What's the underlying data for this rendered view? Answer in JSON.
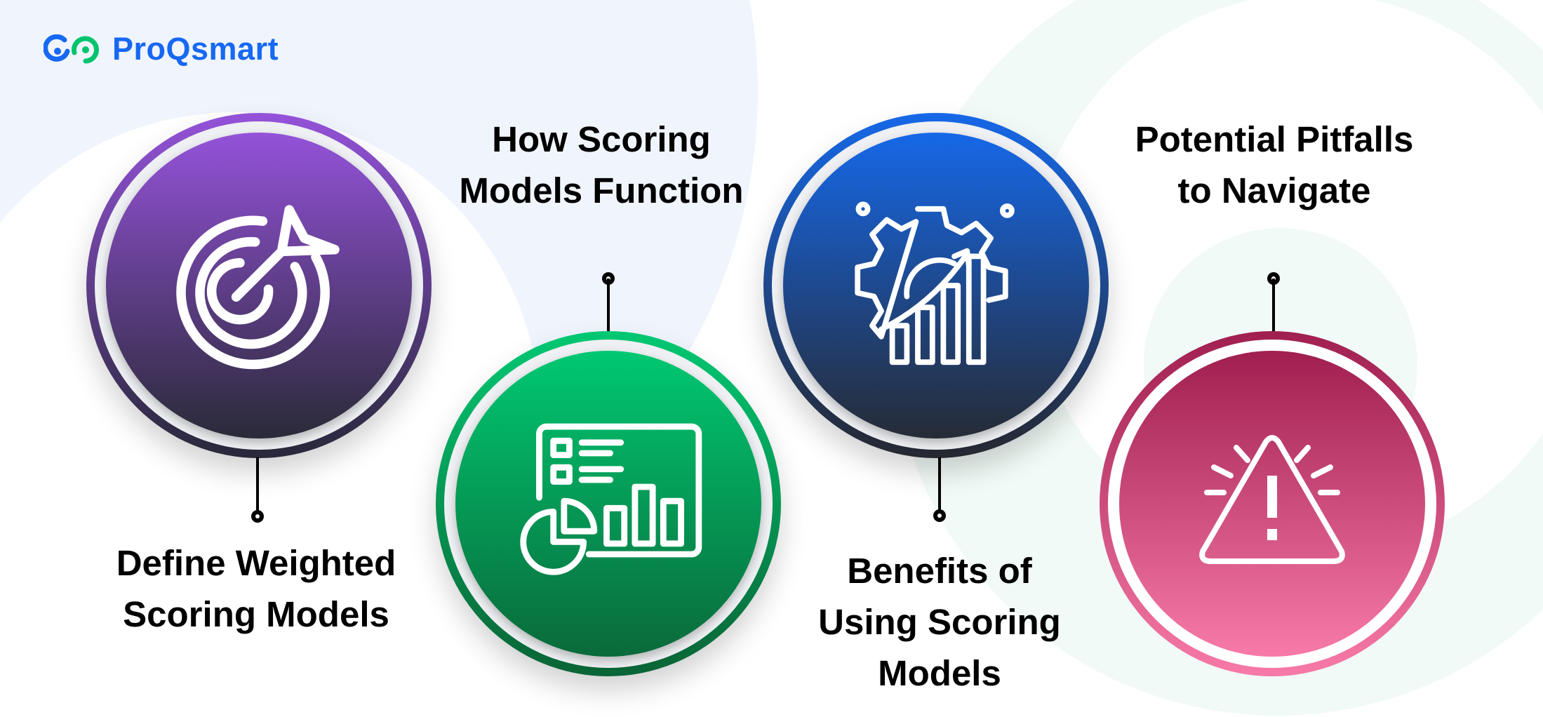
{
  "brand": {
    "name": "ProQsmart",
    "colors": {
      "blue": "#1768f2",
      "green": "#00c46e"
    }
  },
  "steps": [
    {
      "title_lines": [
        "Define Weighted",
        "Scoring Models"
      ],
      "icon": "target-arrow-icon",
      "color_top": "#9452d9",
      "color_bottom": "#28283a"
    },
    {
      "title_lines": [
        "How Scoring",
        "Models Function"
      ],
      "icon": "dashboard-chart-icon",
      "color_top": "#00c872",
      "color_bottom": "#0a6436"
    },
    {
      "title_lines": [
        "Benefits of",
        "Using Scoring",
        "Models"
      ],
      "icon": "gear-growth-chart-icon",
      "color_top": "#1668e8",
      "color_bottom": "#262830"
    },
    {
      "title_lines": [
        "Potential Pitfalls",
        "to Navigate"
      ],
      "icon": "warning-triangle-icon",
      "color_top": "#a01f50",
      "color_bottom": "#f77aa8"
    }
  ]
}
